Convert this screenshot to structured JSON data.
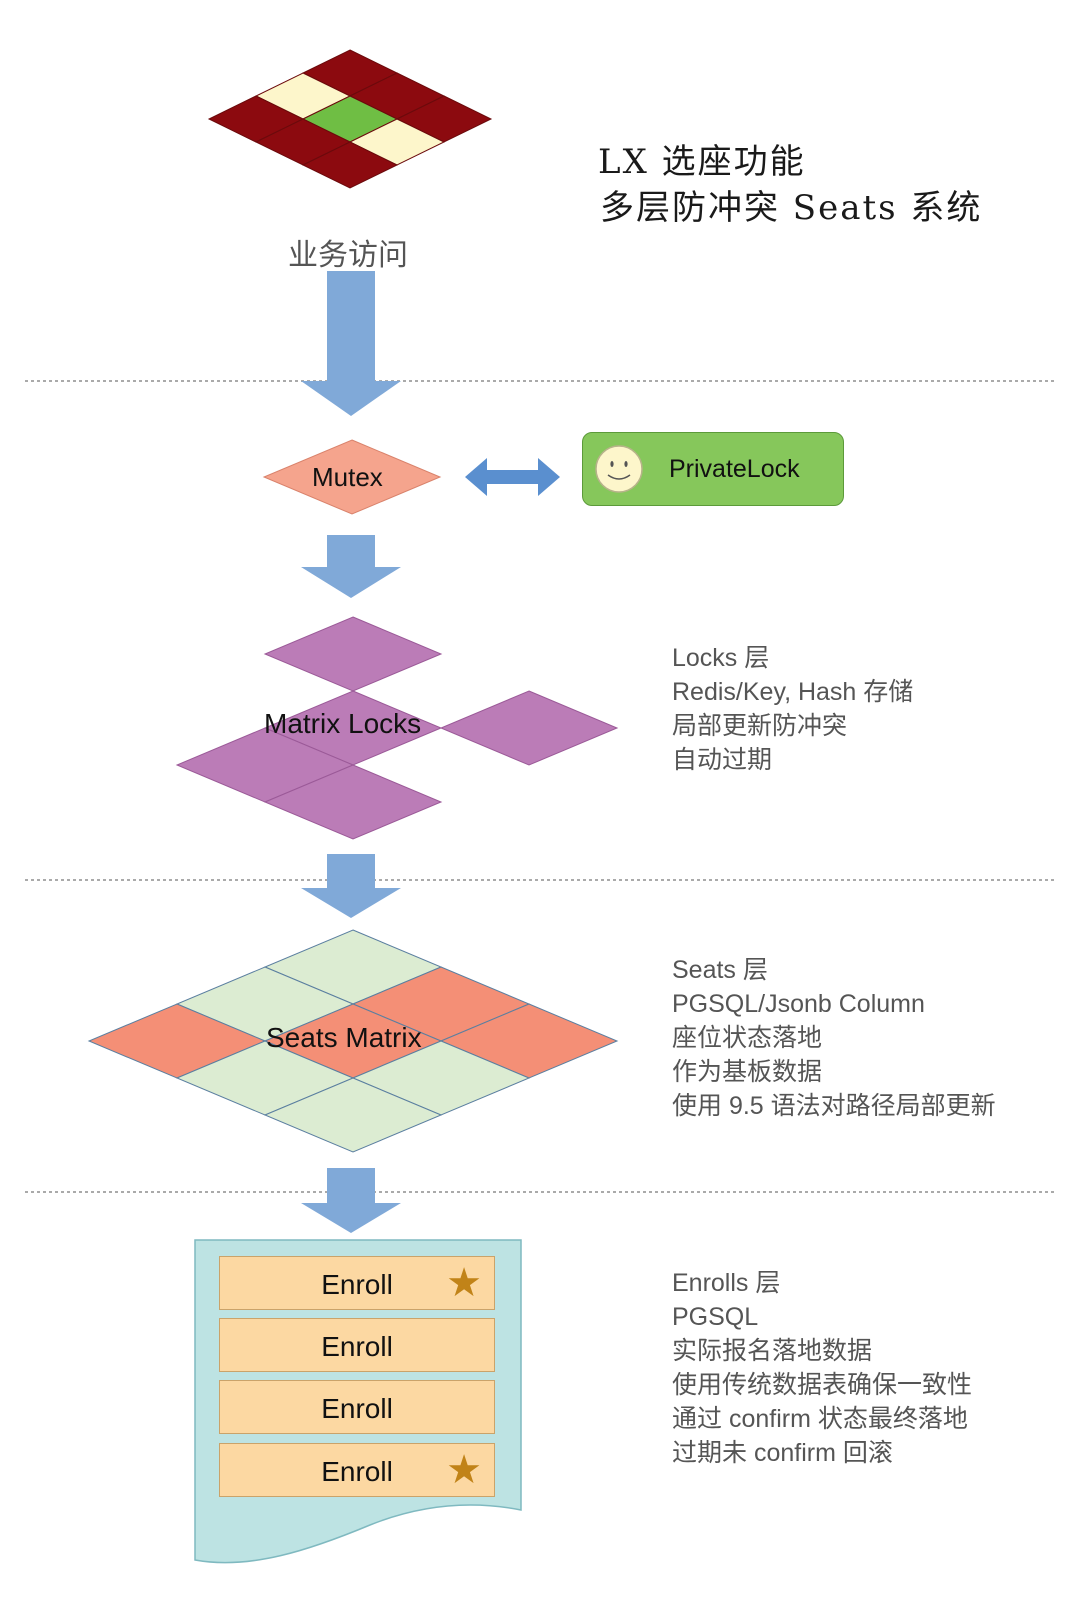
{
  "title": {
    "line1": "LX 选座功能",
    "line2": "多层防冲突 Seats 系统"
  },
  "entry": {
    "label": "业务访问"
  },
  "mutex": {
    "label": "Mutex"
  },
  "private_lock": {
    "label": "PrivateLock",
    "icon": "smiley-face-icon"
  },
  "matrix_locks": {
    "label": "Matrix Locks",
    "notes": [
      "Locks 层",
      "Redis/Key, Hash 存储",
      "局部更新防冲突",
      "自动过期"
    ]
  },
  "seats_matrix": {
    "label": "Seats Matrix",
    "notes": [
      "Seats 层",
      "PGSQL/Jsonb Column",
      "座位状态落地",
      "作为基板数据",
      "使用 9.5 语法对路径局部更新"
    ]
  },
  "enrolls": {
    "rows": [
      {
        "label": "Enroll",
        "starred": true
      },
      {
        "label": "Enroll",
        "starred": false
      },
      {
        "label": "Enroll",
        "starred": false
      },
      {
        "label": "Enroll",
        "starred": true
      }
    ],
    "star_icon": "star-icon",
    "notes": [
      "Enrolls 层",
      "PGSQL",
      "实际报名落地数据",
      "使用传统数据表确保一致性",
      "通过 confirm 状态最终落地",
      "过期未 confirm 回滚"
    ]
  },
  "colors": {
    "dark_red": "#8c0a0f",
    "cream": "#fdf6cb",
    "green": "#6fbe44",
    "salmon": "#f5a48d",
    "purple": "#bb7cb7",
    "light_green": "#dcecd2",
    "coral": "#f48f76",
    "arrow_blue": "#80a9d8",
    "doc_blue": "#bde3e3",
    "enroll_orange": "#fcd8a2",
    "private_green": "#86c75b"
  }
}
